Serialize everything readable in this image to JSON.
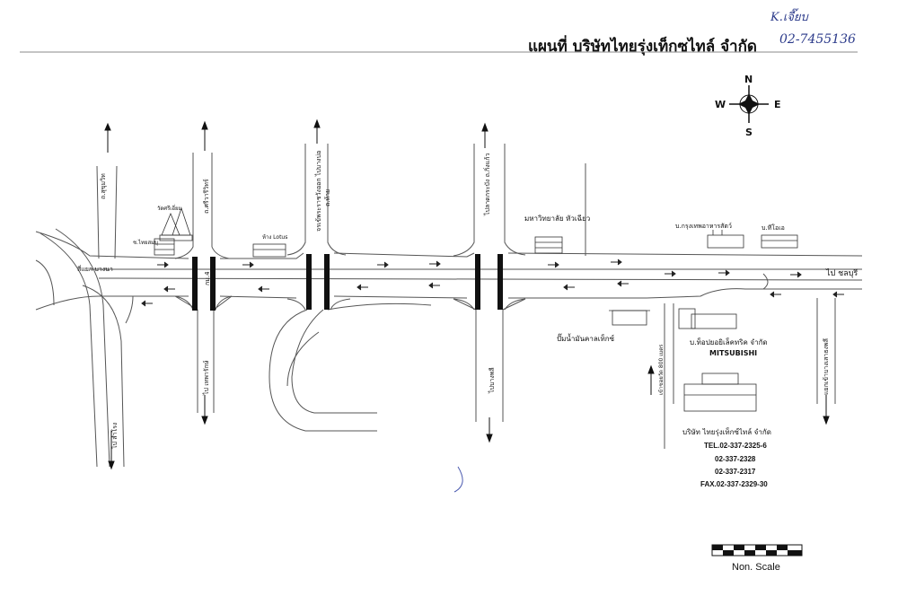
{
  "title": "แผนที่ บริษัทไทยรุ่งเท็กซไทล์ จำกัด",
  "handwritten": {
    "phone_note": "02-7455136",
    "corner_note": "K.เจี๊ยบ"
  },
  "compass": {
    "north": "N",
    "south": "S",
    "east": "E",
    "west": "W"
  },
  "roads": {
    "sukhumvit": "ถ.สุขุมวิท",
    "sriwaree": "ถ.ศรีวารีวิทร์",
    "bangna_khao": "จรเข้พระราชวังออก ไปบางบ่อ",
    "taluat": "ถ.ท้าย",
    "lat_krabang": "ไปลาดกระบัง ถ.กิ่งแก้ว",
    "bangna_junction": "สี่แยก บางนา",
    "km4": "กม.4",
    "to_chonburi": "ไป ชลบุรี",
    "to_thepharak": "ไป เทพารักษ์",
    "to_samrong": "ไป สำโรง",
    "to_bangplee": "ไปบางพลี",
    "bangsaothong": "แยกเข้าบางเสาธงพลี",
    "soi_entrance": "เข้าซอยวัด 800 เมตร"
  },
  "landmarks": {
    "wat_sri_iam": "วัดศรีเอี่ยม",
    "bang_na_flats": "ช.ไทยสมบุ",
    "lotus": "ห้าง Lotus",
    "huachiew": "มหาวิทยาลัย หัวเฉียว",
    "bangkok_food": "บ.กรุงเทพอาหารสัตว์",
    "toa": "บ.ทีโอเอ",
    "gas_station": "ปั๊มน้ำมันคาลเท็กซ์",
    "mitsubishi_th": "บ.ท็อปยอยิเล็คทริค จำกัด",
    "mitsubishi_en": "MITSUBISHI",
    "company": "บริษัท ไทยรุ่งเท็กซ์ไทล์ จำกัด"
  },
  "contacts": {
    "tel": "TEL.02-337-2325-6",
    "tel2": "02-337-2328",
    "tel3": "02-337-2317",
    "fax": "FAX.02-337-2329-30"
  },
  "scale": {
    "label": "Non. Scale"
  }
}
